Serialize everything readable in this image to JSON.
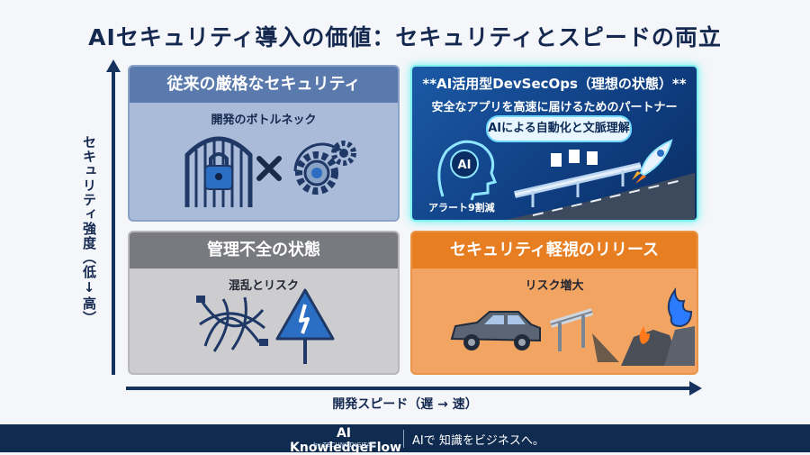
{
  "title": "AIセキュリティ導入の価値：セキュリティとスピードの両立",
  "axes": {
    "y_label": "セキュリティ強度（低↓高）",
    "x_label": "開発スピード（遅 → 速）"
  },
  "quadrants": {
    "top_left": {
      "title": "従来の厳格なセキュリティ",
      "subtitle": "開発のボトルネック"
    },
    "top_right": {
      "title": "**AI活用型DevSecOps（理想の状態）**",
      "subtitle": "安全なアプリを高速に届けるためのパートナー",
      "pill": "AIによる自動化と文脈理解",
      "ai_badge": "AI",
      "alert_note": "アラート9割減"
    },
    "bottom_left": {
      "title": "管理不全の状態",
      "subtitle": "混乱とリスク"
    },
    "bottom_right": {
      "title": "セキュリティ軽視のリリース",
      "subtitle": "リスク増大"
    }
  },
  "footer": {
    "brand": "AI KnowledgeFlow",
    "brand_by": "by TECHNODIGITAL",
    "tagline": "AIで 知識をビジネスへ。"
  },
  "colors": {
    "navy": "#142850",
    "tl": "#5a79ad",
    "tr": "#0f3d80",
    "bl": "#787a80",
    "br": "#e77e22",
    "glow": "#6ff3f3"
  }
}
